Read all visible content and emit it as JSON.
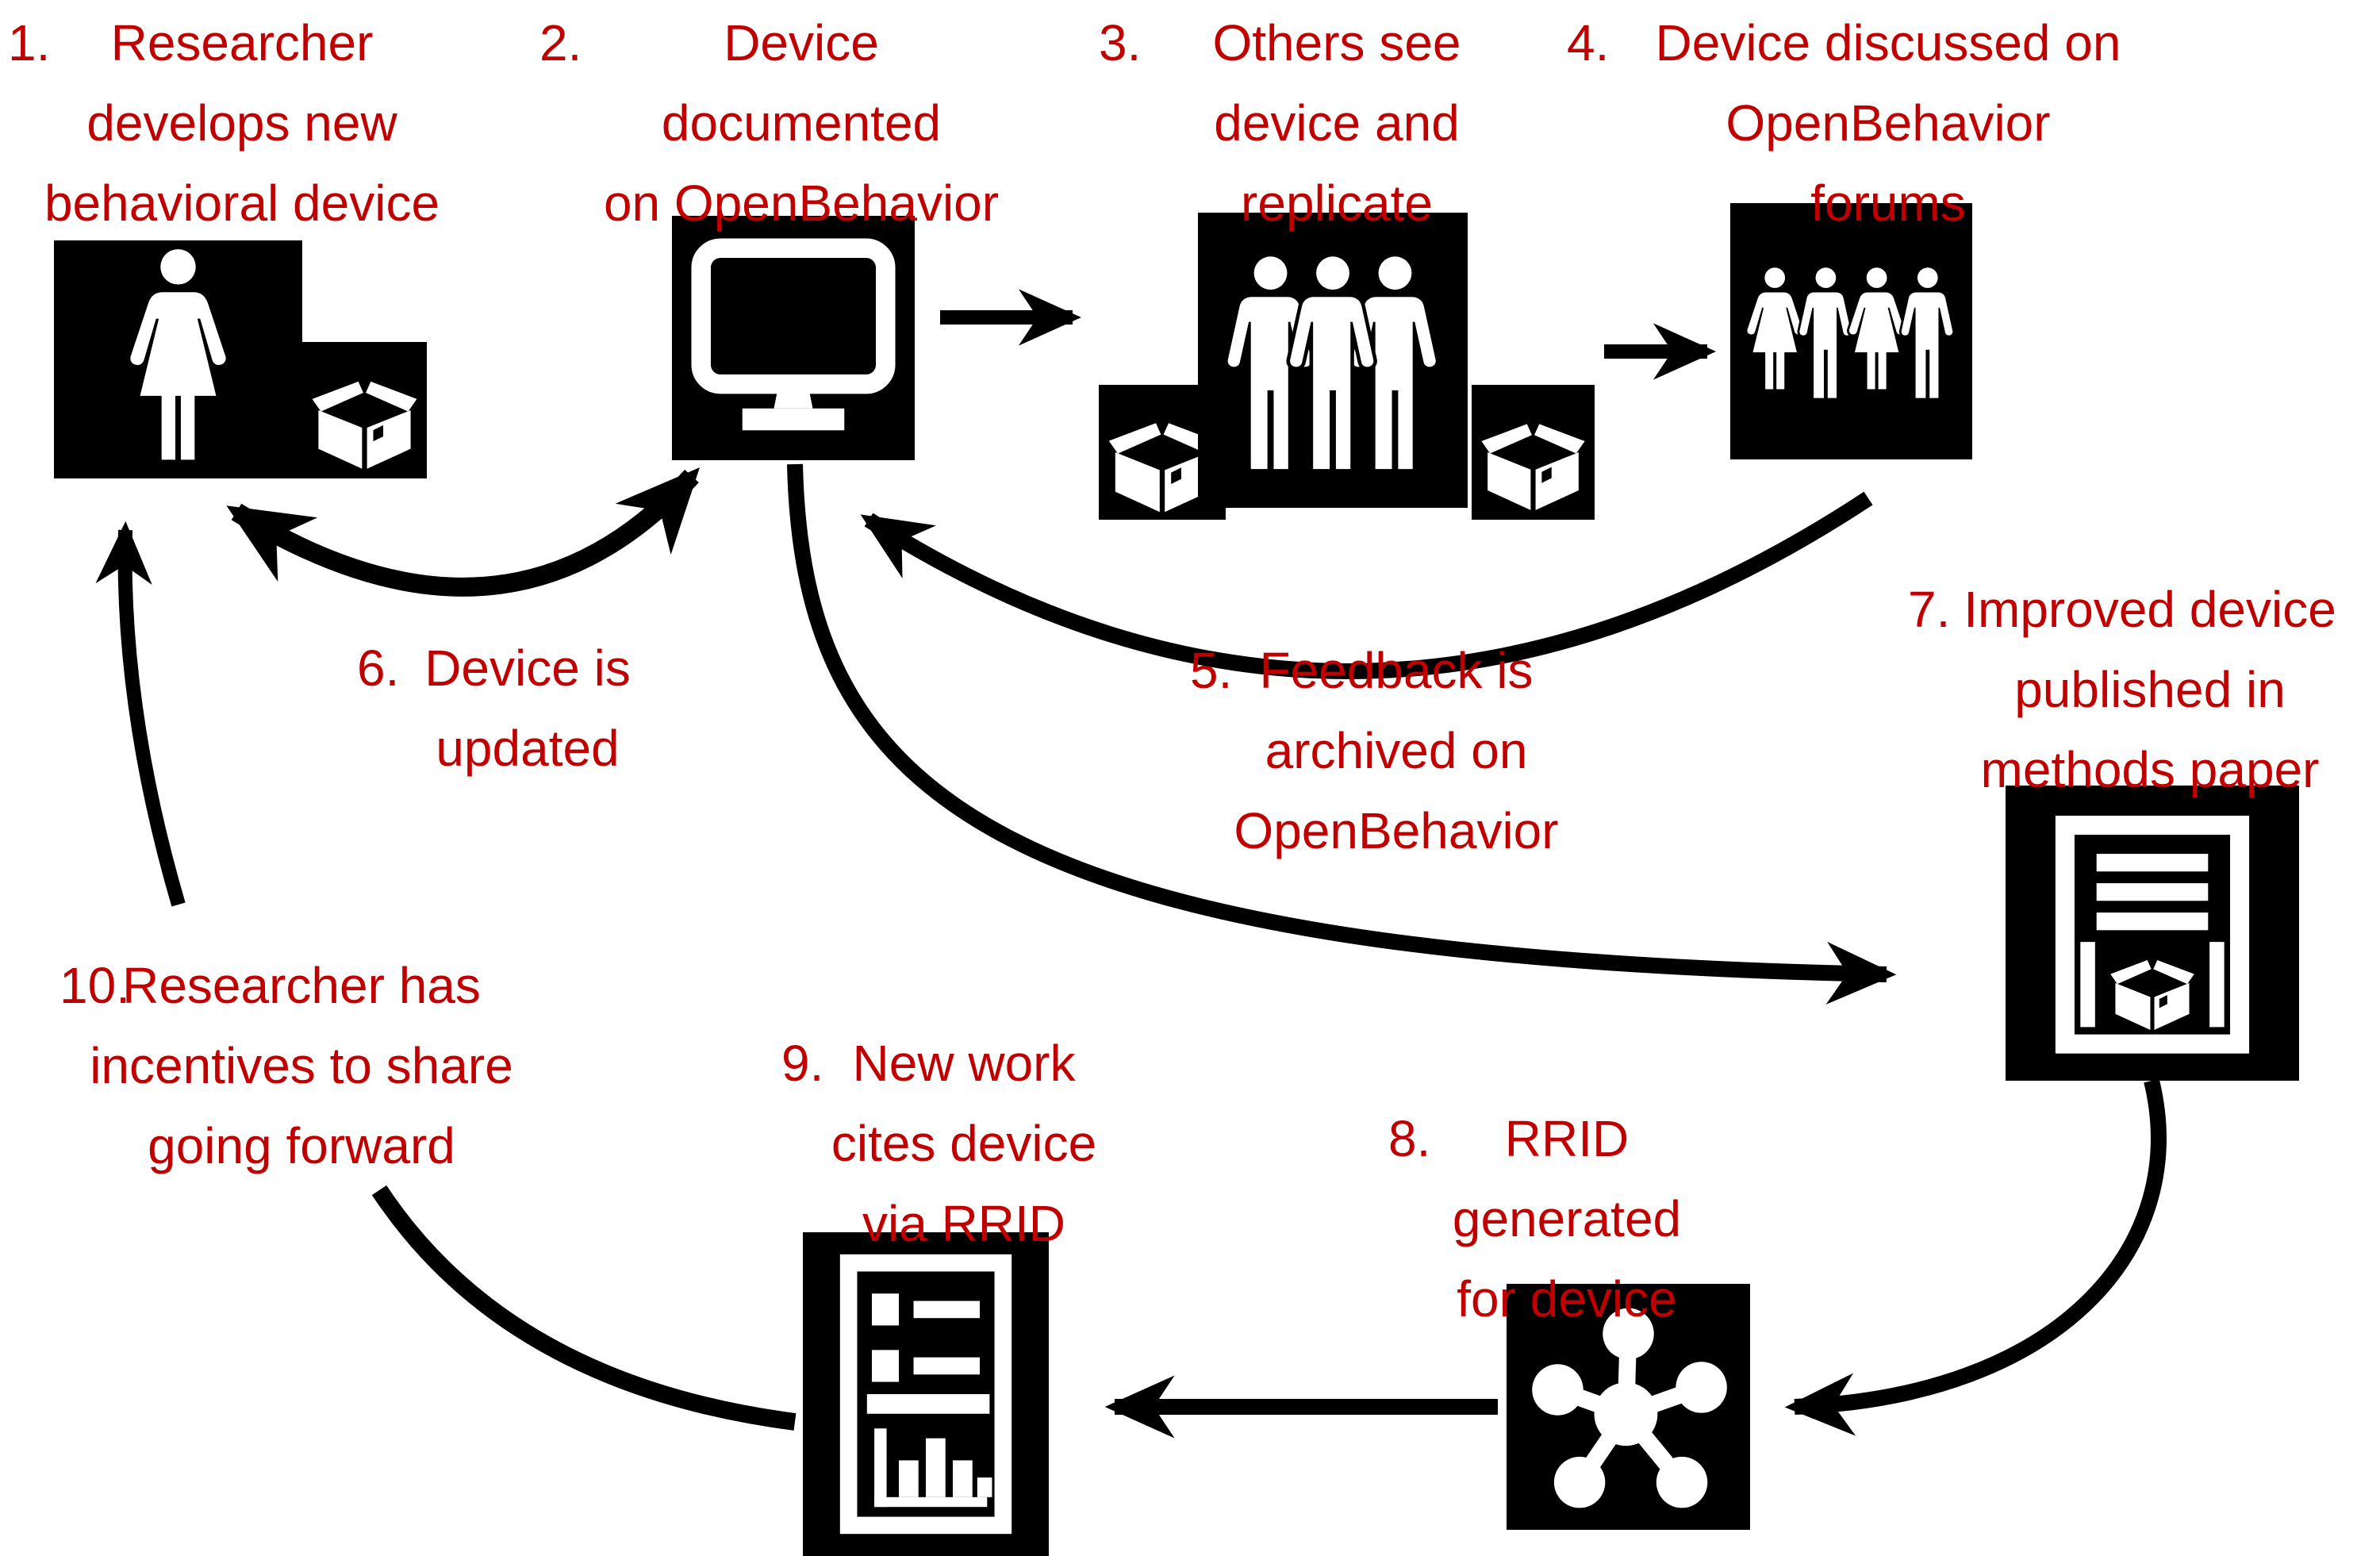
{
  "figure": {
    "title": "OpenBehavior device sharing lifecycle",
    "background_color": "#FFFFFF",
    "accent_red": "#C00000",
    "icon_black": "#000000"
  },
  "steps": [
    {
      "number": "1.",
      "lines": [
        "Researcher",
        "develops new",
        "behavioral device"
      ]
    },
    {
      "number": "2.",
      "lines": [
        "Device",
        "documented",
        "on OpenBehavior"
      ]
    },
    {
      "number": "3.",
      "lines": [
        "Others see",
        "device and",
        "replicate"
      ]
    },
    {
      "number": "4.",
      "lines": [
        "Device discussed on",
        "OpenBehavior",
        "forums"
      ]
    },
    {
      "number": "5.",
      "lines": [
        "Feedback is",
        "archived on",
        "OpenBehavior"
      ]
    },
    {
      "number": "6.",
      "lines": [
        "Device is",
        "updated"
      ]
    },
    {
      "number": "7.",
      "lines": [
        "Improved device",
        "published in",
        "methods paper"
      ]
    },
    {
      "number": "8.",
      "lines": [
        "RRID",
        "generated",
        "for device"
      ]
    },
    {
      "number": "9.",
      "lines": [
        "New work",
        "cites device",
        "via RRID"
      ]
    },
    {
      "number": "10.",
      "lines": [
        "Researcher has",
        "incentives to share",
        "going forward"
      ]
    }
  ],
  "icons": {
    "step1": [
      "researcher-woman-icon",
      "open-box-icon"
    ],
    "step2": [
      "computer-monitor-icon"
    ],
    "step3": [
      "open-box-icon",
      "three-people-icon",
      "open-box-icon"
    ],
    "step4": [
      "four-people-forum-icon"
    ],
    "step7": [
      "methods-paper-box-icon"
    ],
    "step8": [
      "rrid-network-hub-icon"
    ],
    "step9": [
      "citing-paper-chart-icon"
    ]
  },
  "connectors": [
    "step2-to-step3",
    "step3-to-step4",
    "step4-to-step2-feedback",
    "step1-step2-update-bidirectional",
    "step2-to-step7",
    "step7-to-step8",
    "step8-to-step9",
    "step9-to-step10",
    "step10-to-step1"
  ]
}
